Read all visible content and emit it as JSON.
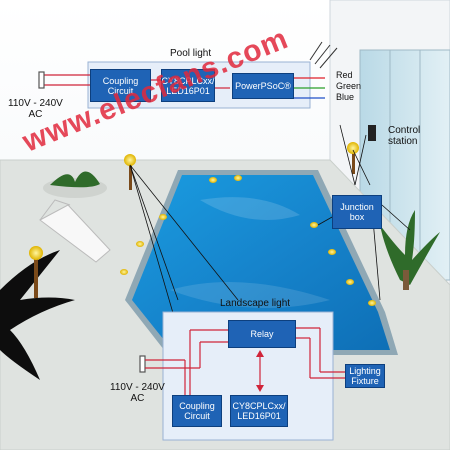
{
  "watermark": "www.elecfans.com",
  "pool_light": {
    "title": "Pool light",
    "coupling_circuit": "Coupling\nCircuit",
    "controller": "CY8CPLCxx/\nLED16P01",
    "psoc": "PowerPSoC®",
    "voltage": "110V - 240V\nAC",
    "outputs": [
      {
        "label": "Red",
        "color": "#e0202a"
      },
      {
        "label": "Green",
        "color": "#2aa02a"
      },
      {
        "label": "Blue",
        "color": "#2050c8"
      }
    ]
  },
  "control_station": "Control\nstation",
  "junction_box": "Junction\nbox",
  "landscape_light": {
    "title": "Landscape light",
    "relay": "Relay",
    "coupling_circuit": "Coupling\nCircuit",
    "controller": "CY8CPLCxx/\nLED16P01",
    "voltage": "110V - 240V\nAC",
    "lighting_fixture": "Lighting\nFixture"
  },
  "colors": {
    "block_fill": "#1f63b5",
    "panel_fill": "#e6eef9",
    "pool_water": "#1b8fd6",
    "signal": "#d0243a"
  }
}
